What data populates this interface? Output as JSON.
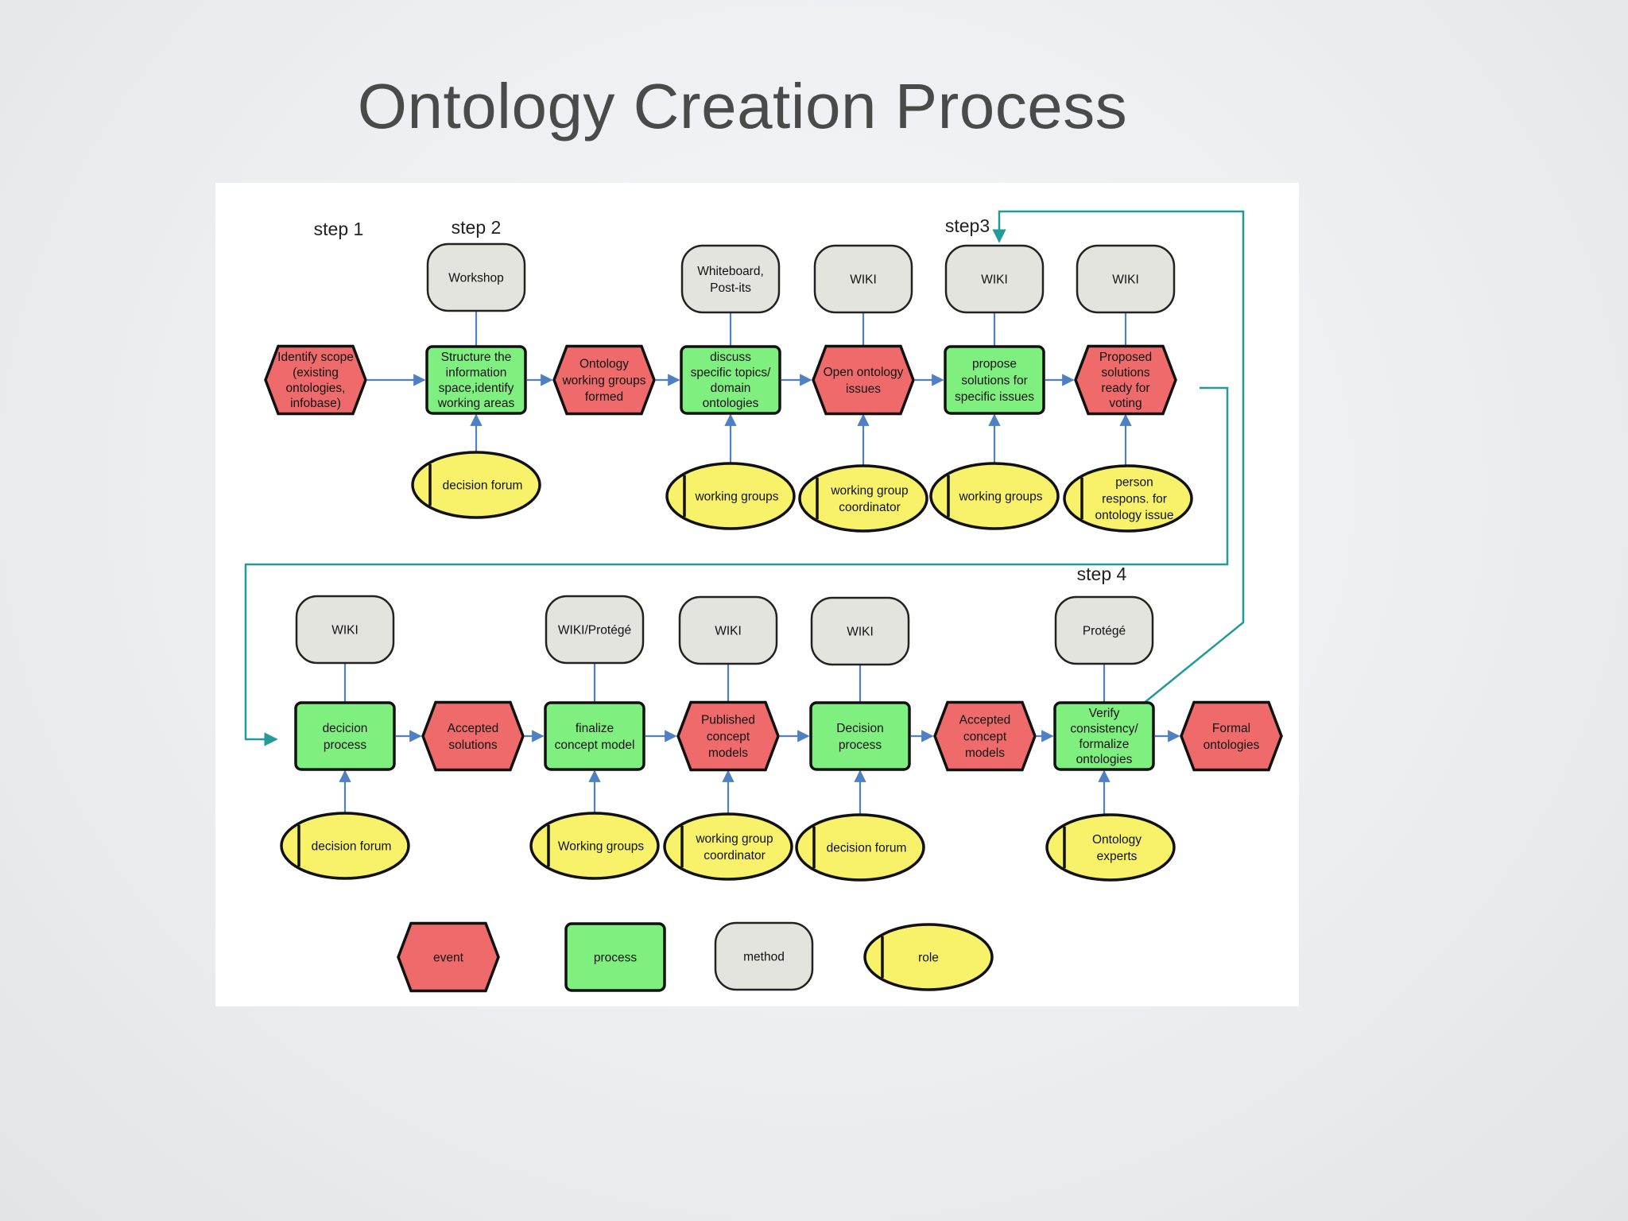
{
  "slide": {
    "title": "Ontology Creation Process"
  },
  "steps": {
    "step1": "step 1",
    "step2": "step 2",
    "step3": "step3",
    "step4": "step 4"
  },
  "colors": {
    "event": "#ef6b6b",
    "process": "#7ff07f",
    "method": "#e4e4df",
    "role": "#f8f26a",
    "arrow": "#4f7fc4",
    "feedback": "#229a9a"
  },
  "nodes": {
    "identify_scope": {
      "type": "event",
      "lines": [
        "Identify scope",
        "(existing",
        "ontologies,",
        "infobase)"
      ]
    },
    "structure_space": {
      "type": "process",
      "lines": [
        "Structure the",
        "information",
        "space,identify",
        "working areas"
      ]
    },
    "wg_formed": {
      "type": "event",
      "lines": [
        "Ontology",
        "working groups",
        "formed"
      ]
    },
    "discuss_topics": {
      "type": "process",
      "lines": [
        "discuss",
        "specific topics/",
        "domain",
        "ontologies"
      ]
    },
    "open_issues": {
      "type": "event",
      "lines": [
        "Open ontology",
        "issues"
      ]
    },
    "propose_solutions": {
      "type": "process",
      "lines": [
        "propose",
        "solutions for",
        "specific issues"
      ]
    },
    "proposed_ready": {
      "type": "event",
      "lines": [
        "Proposed",
        "solutions",
        "ready for",
        "voting"
      ]
    },
    "decision_process_1": {
      "type": "process",
      "lines": [
        "decicion",
        "process"
      ]
    },
    "accepted_solutions": {
      "type": "event",
      "lines": [
        "Accepted",
        "solutions"
      ]
    },
    "finalize_model": {
      "type": "process",
      "lines": [
        "finalize",
        "concept model"
      ]
    },
    "published_models": {
      "type": "event",
      "lines": [
        "Published",
        "concept",
        "models"
      ]
    },
    "decision_process_2": {
      "type": "process",
      "lines": [
        "Decision",
        "process"
      ]
    },
    "accepted_models": {
      "type": "event",
      "lines": [
        "Accepted",
        "concept",
        "models"
      ]
    },
    "verify_consistency": {
      "type": "process",
      "lines": [
        "Verify",
        "consistency/",
        "formalize",
        "ontologies"
      ]
    },
    "formal_ontologies": {
      "type": "event",
      "lines": [
        "Formal",
        "ontologies"
      ]
    },
    "m_workshop": {
      "type": "method",
      "lines": [
        "Workshop"
      ]
    },
    "m_whiteboard": {
      "type": "method",
      "lines": [
        "Whiteboard,",
        "Post-its"
      ]
    },
    "m_wiki_1": {
      "type": "method",
      "lines": [
        "WIKI"
      ]
    },
    "m_wiki_2": {
      "type": "method",
      "lines": [
        "WIKI"
      ]
    },
    "m_wiki_3": {
      "type": "method",
      "lines": [
        "WIKI"
      ]
    },
    "m_wiki_4": {
      "type": "method",
      "lines": [
        "WIKI"
      ]
    },
    "m_wiki_protege": {
      "type": "method",
      "lines": [
        "WIKI/Protégé"
      ]
    },
    "m_wiki_5": {
      "type": "method",
      "lines": [
        "WIKI"
      ]
    },
    "m_wiki_6": {
      "type": "method",
      "lines": [
        "WIKI"
      ]
    },
    "m_protege": {
      "type": "method",
      "lines": [
        "Protégé"
      ]
    },
    "r_decision_forum_1": {
      "type": "role",
      "lines": [
        "decision forum"
      ]
    },
    "r_working_groups_1": {
      "type": "role",
      "lines": [
        "working groups"
      ]
    },
    "r_wg_coordinator_1": {
      "type": "role",
      "lines": [
        "working group",
        "coordinator"
      ]
    },
    "r_working_groups_2": {
      "type": "role",
      "lines": [
        "working groups"
      ]
    },
    "r_person_respons": {
      "type": "role",
      "lines": [
        "person",
        "respons. for",
        "ontology issue"
      ]
    },
    "r_decision_forum_2": {
      "type": "role",
      "lines": [
        "decision forum"
      ]
    },
    "r_working_groups_3": {
      "type": "role",
      "lines": [
        "Working groups"
      ]
    },
    "r_wg_coordinator_2": {
      "type": "role",
      "lines": [
        "working group",
        "coordinator"
      ]
    },
    "r_decision_forum_3": {
      "type": "role",
      "lines": [
        "decision forum"
      ]
    },
    "r_ontology_experts": {
      "type": "role",
      "lines": [
        "Ontology",
        "experts"
      ]
    }
  },
  "legend": {
    "event": "event",
    "process": "process",
    "method": "method",
    "role": "role"
  }
}
